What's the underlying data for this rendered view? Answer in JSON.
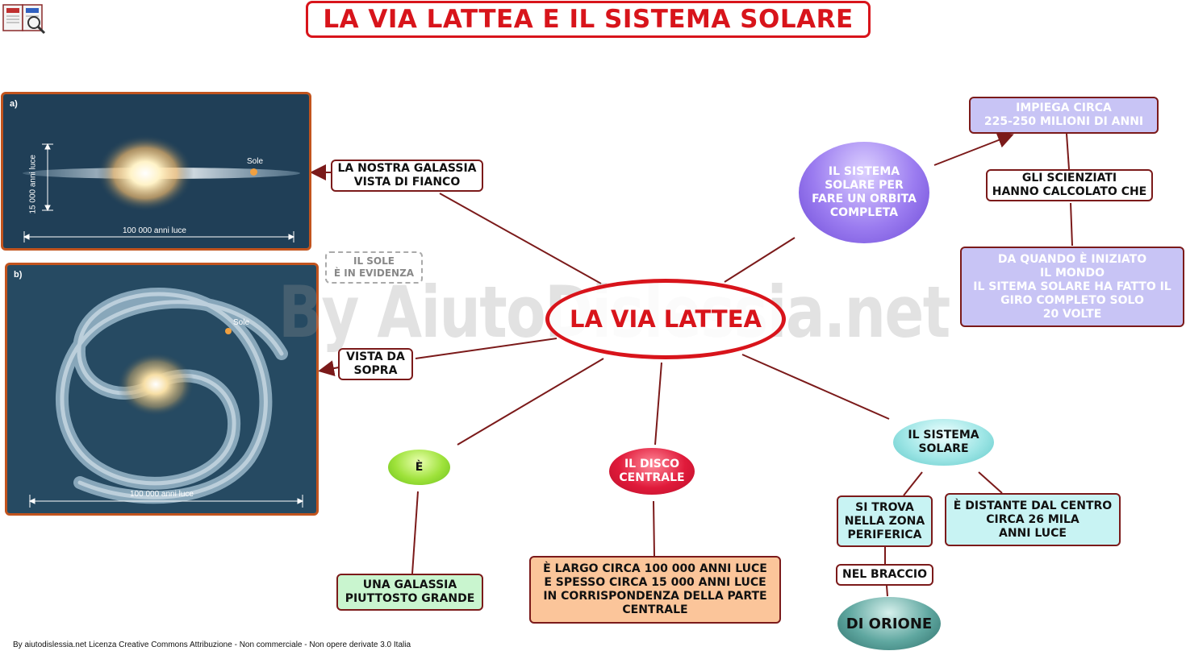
{
  "title": "LA VIA LATTEA E IL SISTEMA SOLARE",
  "watermark": "By AiutoDislessia.net",
  "credit": "By aiutodislessia.net Licenza Creative Commons Attribuzione - Non commerciale - Non opere derivate 3.0 Italia",
  "center": "LA VIA LATTEA",
  "panel_a": {
    "label": "a)",
    "sun_label": "Sole",
    "width_label": "100 000 anni luce",
    "height_label": "15 000 anni luce"
  },
  "panel_b": {
    "label": "b)",
    "sun_label": "Sole",
    "width_label": "100 000 anni luce"
  },
  "nodes": {
    "side_view": "LA NOSTRA GALASSIA\nVISTA DI FIANCO",
    "sun_highlight": "IL SOLE\nÈ IN EVIDENZA",
    "top_view": "VISTA DA\nSOPRA",
    "is": "È",
    "big_galaxy": "UNA GALASSIA\nPIUTTOSTO GRANDE",
    "disk": "IL DISCO\nCENTRALE",
    "disk_size": "È LARGO CIRCA 100 000 ANNI LUCE\n E  SPESSO CIRCA 15 000 ANNI LUCE\nIN CORRISPONDENZA DELLA PARTE\nCENTRALE",
    "solar_system": "IL SISTEMA\nSOLARE",
    "peripheral": "SI TROVA\nNELLA ZONA\nPERIFERICA",
    "distance": "È DISTANTE DAL CENTRO\nCIRCA 26 MILA\nANNI LUCE",
    "arm": "NEL BRACCIO",
    "orion": "DI ORIONE",
    "orbit": "IL SISTEMA\nSOLARE PER\nFARE UN ORBITA\nCOMPLETA",
    "takes": "IMPIEGA CIRCA\n225-250 MILIONI DI ANNI",
    "scientists": "GLI SCIENZIATI\nHANNO CALCOLATO CHE",
    "since": "DA QUANDO È INIZIATO\nIL MONDO\nIL SITEMA SOLARE HA FATTO IL\nGIRO COMPLETO SOLO\n20 VOLTE"
  },
  "colors": {
    "accent_red": "#d8141b",
    "link": "#7b1a1a",
    "lavender": "#c8c4f5",
    "mint": "#c9f5cf",
    "cyan": "#c8f3f3",
    "peach": "#fbc59a"
  }
}
